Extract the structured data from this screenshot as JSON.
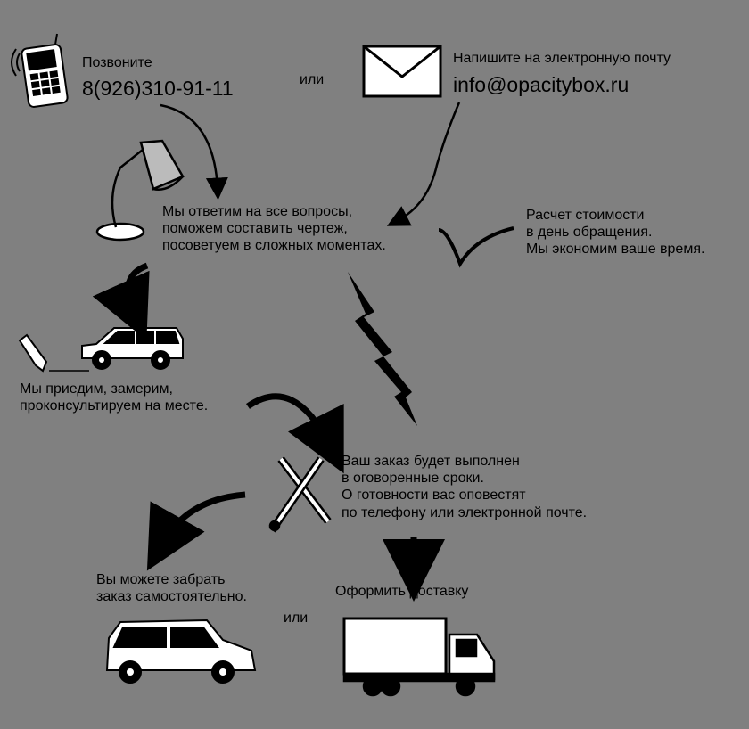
{
  "contact": {
    "call_label": "Позвоните",
    "phone": "8(926)310-91-11",
    "or_1": "или",
    "email_label": "Напишите на электронную почту",
    "email": "info@opacitybox.ru"
  },
  "steps": {
    "answer": [
      "Мы ответим на все вопросы,",
      "поможем составить чертеж,",
      "посоветуем в сложных моментах."
    ],
    "pricing": [
      "Расчет стоимости",
      "в день обращения.",
      "Мы экономим ваше время."
    ],
    "visit": [
      "Мы приедим, замерим,",
      "проконсультируем на месте."
    ],
    "order": [
      "Ваш заказ будет выполнен",
      "в оговоренные сроки.",
      "О готовности вас оповестят",
      "по телефону или электронной почте."
    ],
    "pickup": [
      "Вы можете забрать",
      "заказ самостоятельно."
    ],
    "or_2": "или",
    "delivery": "Оформить доставку"
  },
  "icons": [
    "phone-icon",
    "envelope-icon",
    "desk-lamp-icon",
    "checkmark-icon",
    "pencil-icon",
    "suv-icon",
    "tools-icon",
    "lightning-icon",
    "van-icon",
    "truck-icon",
    "arrow-icon"
  ]
}
